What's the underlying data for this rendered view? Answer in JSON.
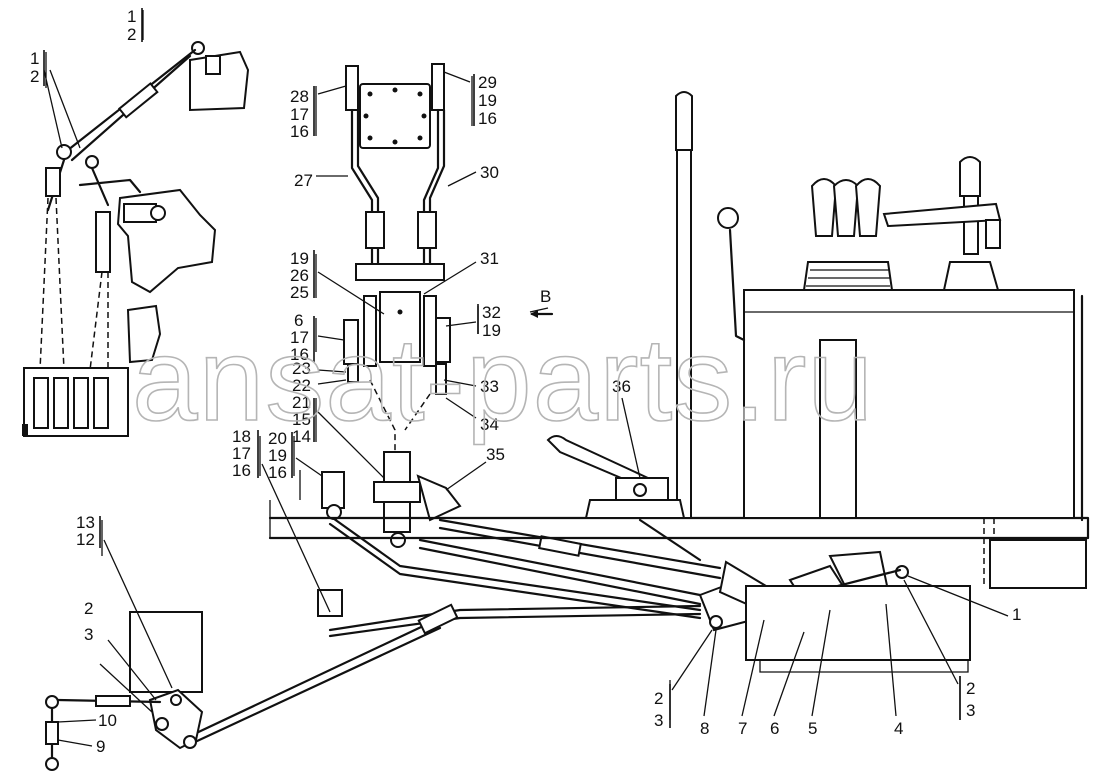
{
  "watermark": "ansat-parts.ru",
  "view_marker": "B",
  "callouts": {
    "tl_a": "1",
    "tl_b": "2",
    "tl2_a": "1",
    "tl2_b": "2",
    "c28": "28",
    "c17a": "17",
    "c16a": "16",
    "c29": "29",
    "c19a": "19",
    "c16b": "16",
    "c27": "27",
    "c30": "30",
    "c19b": "19",
    "c26": "26",
    "c25": "25",
    "c31": "31",
    "c32": "32",
    "c19c": "19",
    "c6a": "6",
    "c17b": "17",
    "c16c": "16",
    "c23": "23",
    "c22": "22",
    "c33": "33",
    "c34": "34",
    "c21": "21",
    "c15": "15",
    "c14": "14",
    "c36": "36",
    "c35": "35",
    "c18": "18",
    "c17c": "17",
    "c16d": "16",
    "c20": "20",
    "c19d": "19",
    "c16e": "16",
    "c13": "13",
    "c12": "12",
    "c2a": "2",
    "c3a": "3",
    "c10": "10",
    "c9": "9",
    "c1": "1",
    "b2a": "2",
    "b3a": "3",
    "b8": "8",
    "b7": "7",
    "b6": "6",
    "b5": "5",
    "b4": "4",
    "b2b": "2",
    "b3b": "3"
  }
}
